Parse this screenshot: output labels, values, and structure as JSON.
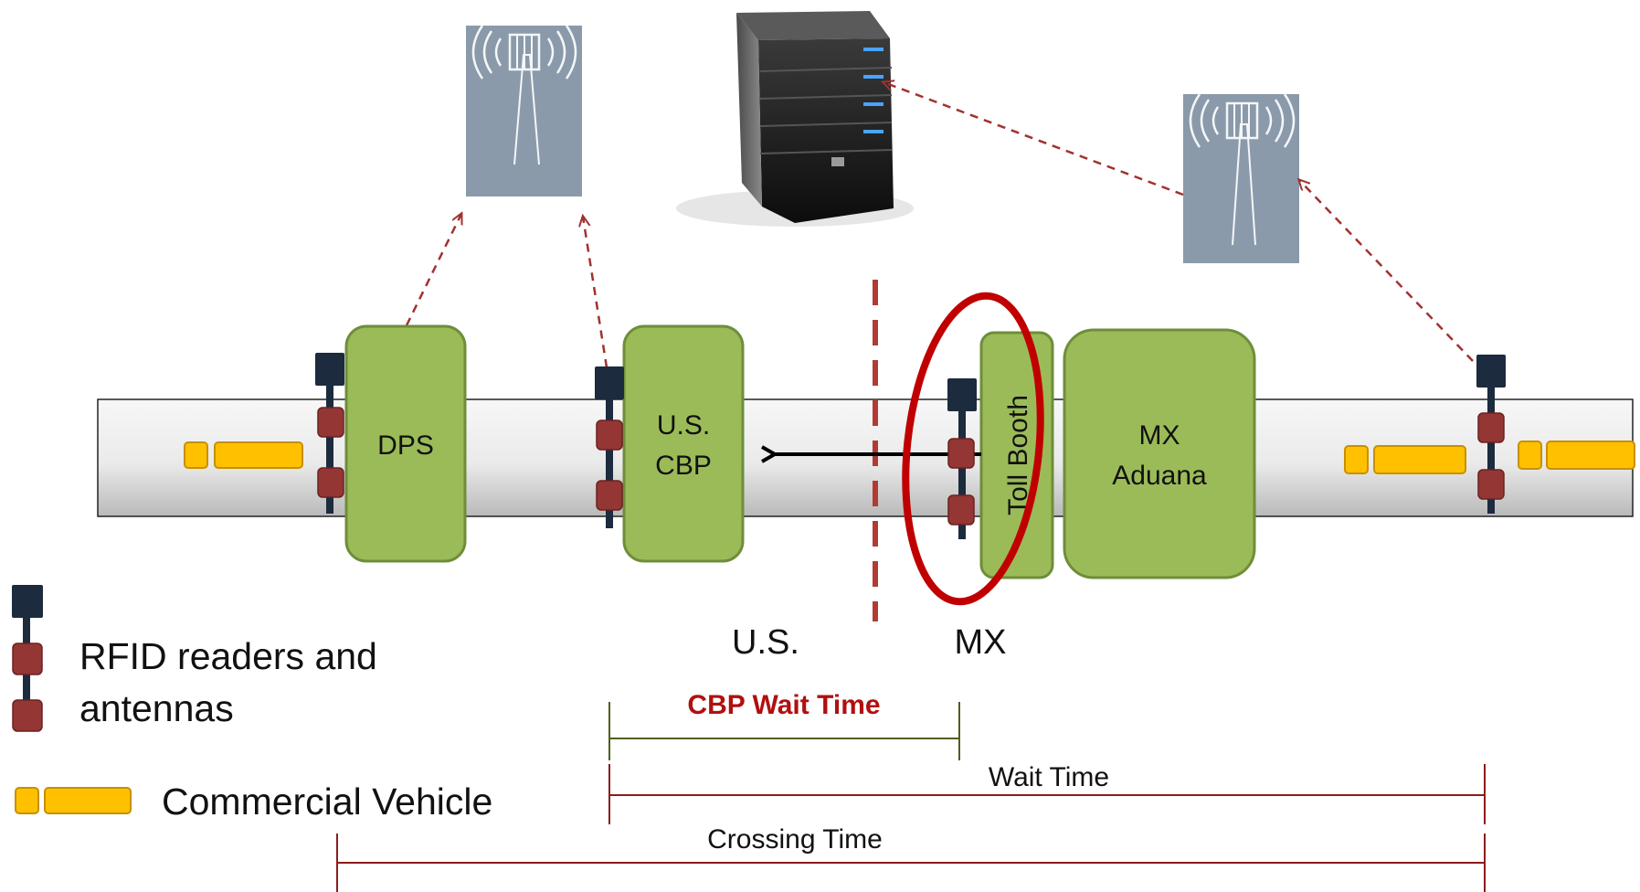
{
  "labels": {
    "dps": "DPS",
    "us_cbp_line1": "U.S.",
    "us_cbp_line2": "CBP",
    "toll_booth": "Toll Booth",
    "mx_aduana_line1": "MX",
    "mx_aduana_line2": "Aduana",
    "region_us": "U.S.",
    "region_mx": "MX"
  },
  "legend": {
    "rfid_line1": "RFID readers and",
    "rfid_line2": "antennas",
    "vehicle": "Commercial Vehicle"
  },
  "measurements": {
    "cbp_wait_time": "CBP Wait Time",
    "wait_time": "Wait Time",
    "crossing_time": "Crossing Time"
  },
  "icons": [
    "cell-tower-icon",
    "server-icon",
    "rfid-reader-icon",
    "truck-icon"
  ],
  "colors": {
    "facility_green": "#9bbb59",
    "facility_border": "#6e8e3a",
    "reader_navy": "#1c2b3e",
    "antenna_red": "#943634",
    "vehicle_yellow": "#ffc000",
    "highlight_red": "#c00000",
    "dashed_arrow": "#a0322e",
    "measure_line": "#8c1c1c",
    "cbp_measure_line": "#4f5f1e"
  }
}
